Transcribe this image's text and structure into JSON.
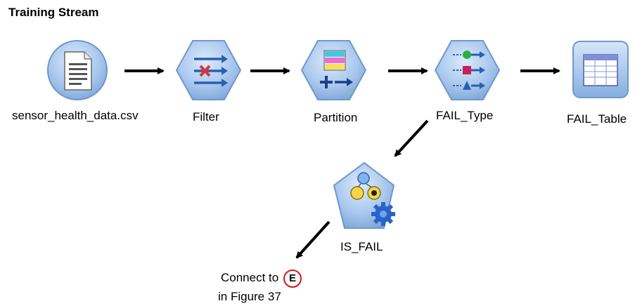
{
  "title": "Training Stream",
  "nodes": {
    "source": {
      "label": "sensor_health_data.csv",
      "icon": "csv-file-icon"
    },
    "filter": {
      "label": "Filter",
      "icon": "filter-icon"
    },
    "partition": {
      "label": "Partition",
      "icon": "partition-icon"
    },
    "type": {
      "label": "FAIL_Type",
      "icon": "type-icon"
    },
    "table": {
      "label": "FAIL_Table",
      "icon": "table-icon"
    },
    "model": {
      "label": "IS_FAIL",
      "icon": "model-nugget-icon"
    }
  },
  "connector": {
    "prefix": "Connect to",
    "badge": "E",
    "suffix": "in Figure 37",
    "badge_color": "#d11a1a"
  },
  "colors": {
    "node_fill": "#a9c8ee",
    "node_stroke": "#7ea6d8",
    "arrow": "#000000"
  }
}
